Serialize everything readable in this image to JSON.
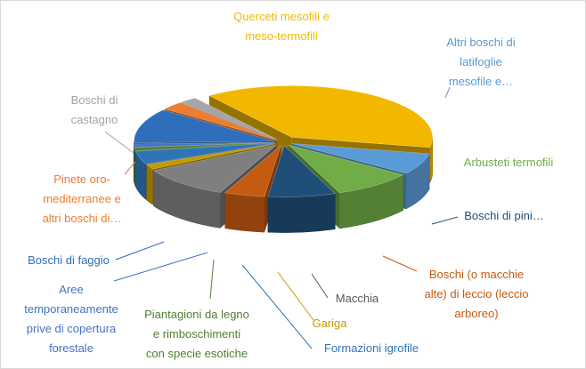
{
  "chart_data": {
    "type": "pie",
    "title": "",
    "style": "3d-exploded",
    "series": [
      {
        "categories": [
          "Querceti mesofili e meso-termofili",
          "Altri boschi di latifoglie mesofile e…",
          "Arbusteti termofili",
          "Boschi di pini…",
          "Boschi (o macchie alte) di leccio (leccio arboreo)",
          "Macchia",
          "Gariga",
          "Formazioni igrofile",
          "Piantagioni da legno e rimboschimenti con specie esotiche",
          "Aree temporaneamente prive di copertura forestale",
          "Boschi di faggio",
          "Pinete oro-mediterranee e altri boschi di…",
          "Boschi di castagno"
        ],
        "values": [
          37.0,
          6.5,
          9.0,
          7.5,
          4.5,
          10.0,
          1.5,
          4.0,
          1.0,
          1.0,
          10.5,
          2.5,
          2.0
        ],
        "colors": [
          "#F2B800",
          "#5B9BD5",
          "#70AD47",
          "#1F4E79",
          "#C55A11",
          "#7F7F7F",
          "#C49A00",
          "#2E75B6",
          "#507E32",
          "#4472C4",
          "#2F6EBA",
          "#ED7D31",
          "#A5A5A5"
        ]
      }
    ]
  },
  "labels": [
    {
      "lines": [
        "Querceti mesofili e",
        "meso-termofili"
      ],
      "color": "#F2B800"
    },
    {
      "lines": [
        "Altri boschi di",
        "latifoglie",
        "mesofile e…"
      ],
      "color": "#5B9BD5"
    },
    {
      "lines": [
        "Arbusteti termofili"
      ],
      "color": "#70AD47"
    },
    {
      "lines": [
        "Boschi di pini…"
      ],
      "color": "#1F4E79"
    },
    {
      "lines": [
        "Boschi (o macchie",
        "alte) di leccio (leccio",
        "arboreo)"
      ],
      "color": "#C55A11"
    },
    {
      "lines": [
        "Macchia"
      ],
      "color": "#595959"
    },
    {
      "lines": [
        "Gariga"
      ],
      "color": "#C49A00"
    },
    {
      "lines": [
        "Formazioni igrofile"
      ],
      "color": "#2E75B6"
    },
    {
      "lines": [
        "Piantagioni da legno",
        "e rimboschimenti",
        "con specie esotiche"
      ],
      "color": "#507E32"
    },
    {
      "lines": [
        "Aree",
        "temporaneamente",
        "prive di copertura",
        "forestale"
      ],
      "color": "#4472C4"
    },
    {
      "lines": [
        "Boschi di faggio"
      ],
      "color": "#2F6EBA"
    },
    {
      "lines": [
        "Pinete oro-",
        "mediterranee e",
        "altri boschi di…"
      ],
      "color": "#ED7D31"
    },
    {
      "lines": [
        "Boschi di",
        "castagno"
      ],
      "color": "#A5A5A5"
    }
  ]
}
